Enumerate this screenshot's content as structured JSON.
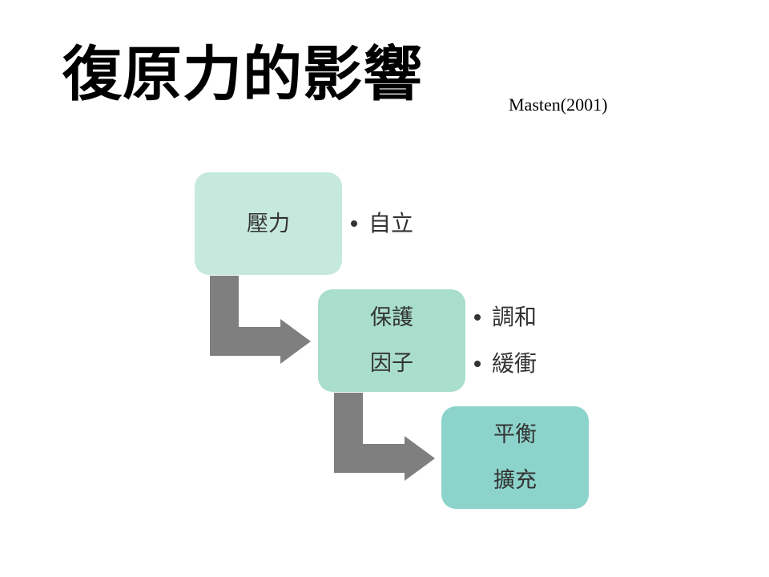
{
  "slide": {
    "title": "復原力的影響",
    "citation": "Masten(2001)"
  },
  "diagram": {
    "steps": [
      {
        "lines": [
          "壓力"
        ],
        "bullets": [
          "自立"
        ],
        "fill": "#c6e9dd"
      },
      {
        "lines": [
          "保護",
          "因子"
        ],
        "bullets": [
          "調和",
          "緩衝"
        ],
        "fill": "#a9decc"
      },
      {
        "lines": [
          "平衡",
          "擴充"
        ],
        "bullets": [],
        "fill": "#8cd3cb"
      }
    ],
    "arrow_color": "#7f7f7f"
  }
}
